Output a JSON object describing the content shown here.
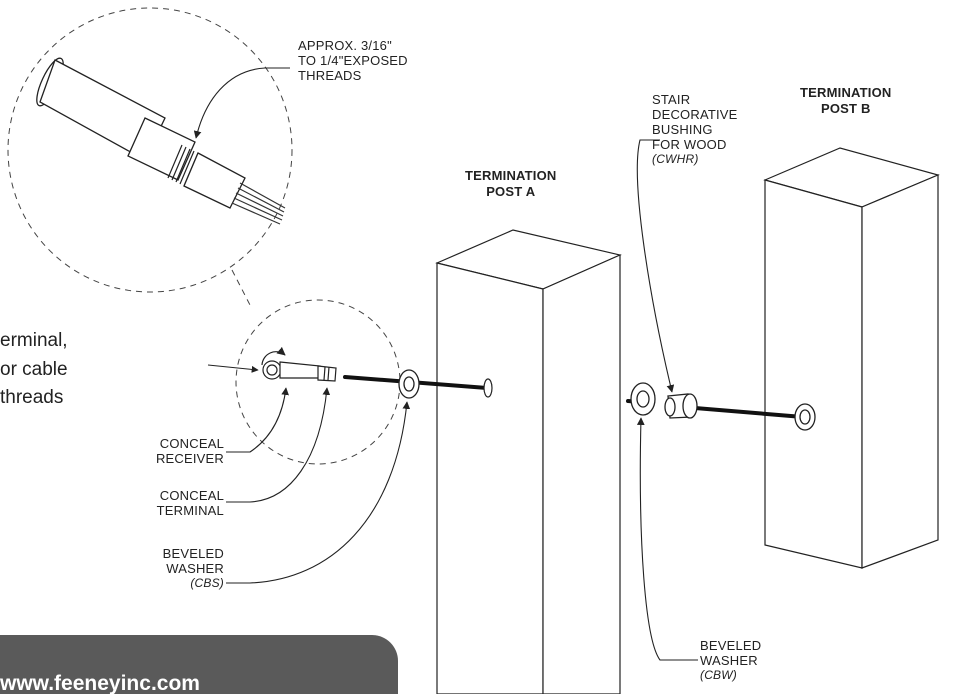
{
  "labels": {
    "exposed_threads": [
      "APPROX. 3/16\"",
      "TO 1/4\"EXPOSED",
      "THREADS"
    ],
    "termination_post_a": [
      "TERMINATION",
      "POST A"
    ],
    "termination_post_b": [
      "TERMINATION",
      "POST B"
    ],
    "stair_bushing": [
      "STAIR",
      "DECORATIVE",
      "BUSHING",
      "FOR WOOD"
    ],
    "stair_bushing_code": "(CWHR)",
    "conceal_receiver": [
      "CONCEAL",
      "RECEIVER"
    ],
    "conceal_terminal": [
      "CONCEAL",
      "TERMINAL"
    ],
    "beveled_washer_left": [
      "BEVELED",
      "WASHER"
    ],
    "beveled_washer_left_code": "(CBS)",
    "beveled_washer_right": [
      "BEVELED",
      "WASHER"
    ],
    "beveled_washer_right_code": "(CBW)"
  },
  "side_text": [
    "erminal,",
    "or cable",
    "threads"
  ],
  "footer": {
    "url": "www.feeneyinc.com"
  },
  "colors": {
    "banner": "#5a5a5a",
    "line": "#222222",
    "cable": "#111111"
  }
}
